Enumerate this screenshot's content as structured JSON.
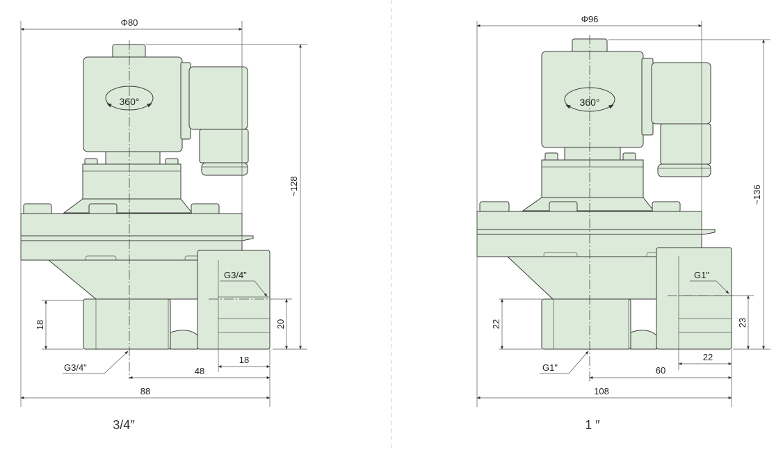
{
  "left_valve": {
    "caption": "3/4″",
    "diameter": "Φ80",
    "height": "~128",
    "rotation": "360°",
    "top_port": "G3/4\"",
    "bottom_port": "G3/4\"",
    "port_height": "20",
    "bottom_height": "18",
    "port_width": "18",
    "center_to_side": "48",
    "overall_width": "88"
  },
  "right_valve": {
    "caption": "1 ″",
    "diameter": "Φ96",
    "height": "~136",
    "rotation": "360°",
    "top_port": "G1\"",
    "bottom_port": "G1\"",
    "port_height": "23",
    "bottom_height": "22",
    "port_width": "22",
    "center_to_side": "60",
    "overall_width": "108"
  },
  "colors": {
    "body_fill": "#dcebd9",
    "line": "#3a3a3a",
    "divider": "#cfcfcf"
  }
}
